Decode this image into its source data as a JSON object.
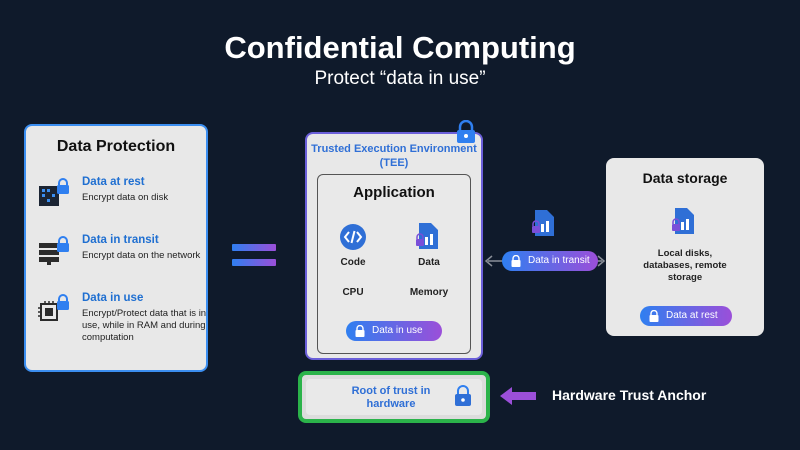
{
  "title": "Confidential Computing",
  "subtitle": "Protect “data in use”",
  "data_protection": {
    "heading": "Data Protection",
    "items": [
      {
        "title": "Data at rest",
        "desc": "Encrypt data on disk",
        "icon": "disk-lock-icon"
      },
      {
        "title": "Data in transit",
        "desc": "Encrypt data on the network",
        "icon": "server-lock-icon"
      },
      {
        "title": "Data in use",
        "desc": "Encrypt/Protect data that is in use, while in RAM and during computation",
        "icon": "chip-lock-icon"
      }
    ]
  },
  "tee": {
    "heading": "Trusted Execution Environment (TEE)",
    "app": {
      "heading": "Application",
      "code_label": "Code",
      "data_label": "Data",
      "cpu_label": "CPU",
      "memory_label": "Memory",
      "pill": "Data in use"
    }
  },
  "transit_pill": "Data in transit",
  "storage": {
    "heading": "Data storage",
    "desc": "Local disks, databases, remote storage",
    "pill": "Data at rest"
  },
  "root_of_trust": "Root of trust in hardware",
  "hardware_anchor": "Hardware Trust Anchor",
  "colors": {
    "background": "#0f1a2b",
    "accent_blue": "#2f7ff0",
    "accent_purple": "#9b4fd9",
    "root_border": "#2bb34a",
    "arrow": "#9b4fd9"
  }
}
